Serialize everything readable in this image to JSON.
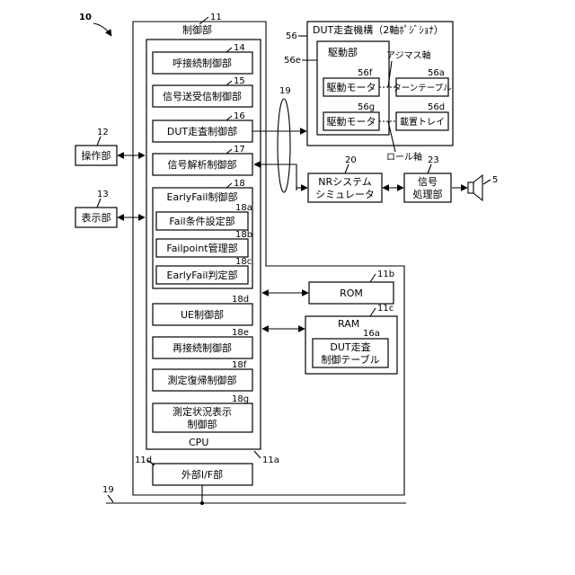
{
  "refs": {
    "r10": "10",
    "r11": "11",
    "r11a": "11a",
    "r11b": "11b",
    "r11c": "11c",
    "r11d": "11d",
    "r12": "12",
    "r13": "13",
    "r14": "14",
    "r15": "15",
    "r16": "16",
    "r16a": "16a",
    "r17": "17",
    "r18": "18",
    "r18a": "18a",
    "r18b": "18b",
    "r18c": "18c",
    "r18d": "18d",
    "r18e": "18e",
    "r18f": "18f",
    "r18g": "18g",
    "r19a": "19",
    "r19b": "19",
    "r20": "20",
    "r23": "23",
    "r5": "5",
    "r56": "56",
    "r56e": "56e",
    "r56f": "56f",
    "r56g": "56g",
    "r56a": "56a",
    "r56d": "56d"
  },
  "labels": {
    "control_unit": "制御部",
    "call_control": "呼接続制御部",
    "signal_txrx": "信号送受信制御部",
    "dut_scan_control": "DUT走査制御部",
    "signal_analysis": "信号解析制御部",
    "earlyfail_control": "EarlyFail制御部",
    "fail_condition": "Fail条件設定部",
    "failpoint_mgmt": "Failpoint管理部",
    "earlyfail_judge": "EarlyFail判定部",
    "ue_control": "UE制御部",
    "reconnect_control": "再接続制御部",
    "meas_recovery": "測定復帰制御部",
    "meas_status_1": "測定状況表示",
    "meas_status_2": "制御部",
    "cpu": "CPU",
    "ext_if": "外部I/F部",
    "operation_unit": "操作部",
    "display_unit": "表示部",
    "dut_mechanism": "DUT走査機構（2軸ﾎﾟｼﾞｼｮﾅ）",
    "drive_unit": "駆動部",
    "azimuth_axis": "アジマス軸",
    "roll_axis": "ロール軸",
    "drive_motor_1": "駆動モータ",
    "drive_motor_2": "駆動モータ",
    "turntable": "ターンテーブル",
    "tray": "載置トレイ",
    "nr_sim_1": "NRシステム",
    "nr_sim_2": "シミュレータ",
    "sigproc_1": "信号",
    "sigproc_2": "処理部",
    "rom": "ROM",
    "ram": "RAM",
    "dut_table_1": "DUT走査",
    "dut_table_2": "制御テーブル"
  }
}
